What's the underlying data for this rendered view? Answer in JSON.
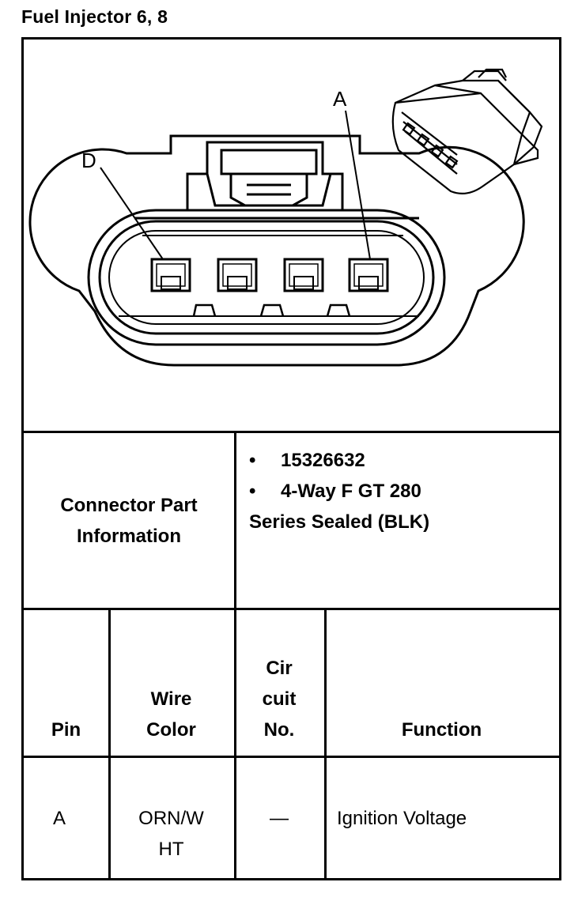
{
  "title": "Fuel Injector 6, 8",
  "diagram": {
    "labels": {
      "pin_d": "D",
      "pin_a": "A"
    }
  },
  "connector_info": {
    "label_line1": "Connector Part",
    "label_line2": "Information",
    "bullet": "•",
    "part_number": "15326632",
    "description_line1": "4-Way F GT 280",
    "description_line2": "Series Sealed (BLK)"
  },
  "table": {
    "headers": {
      "pin": "Pin",
      "wire_color_line1": "Wire",
      "wire_color_line2": "Color",
      "circuit_line1": "Cir",
      "circuit_line2": "cuit",
      "circuit_line3": "No.",
      "function": "Function"
    },
    "rows": [
      {
        "pin": "A",
        "wire_color_line1": "ORN/W",
        "wire_color_line2": "HT",
        "circuit": "—",
        "function": "Ignition Voltage"
      }
    ]
  }
}
